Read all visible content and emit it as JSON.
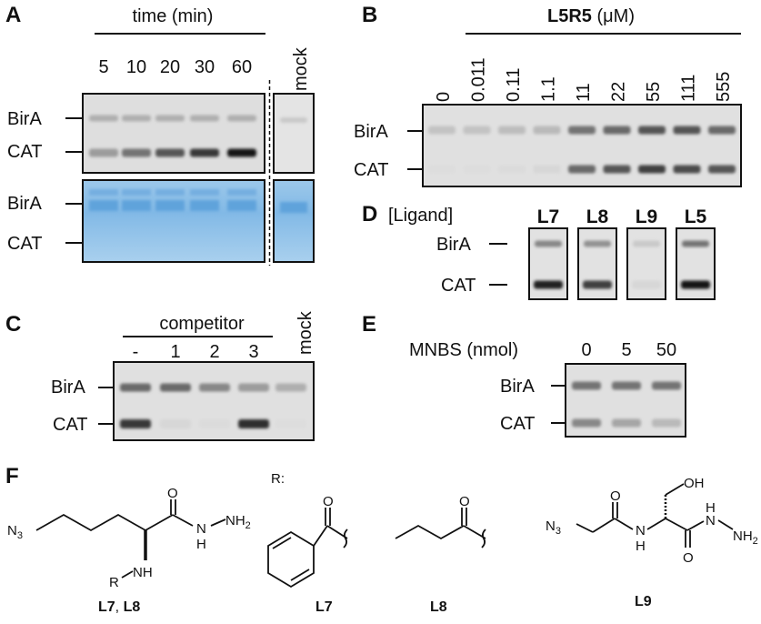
{
  "panels": {
    "A": {
      "label": "A",
      "header": "time (min)",
      "lanes": [
        "5",
        "10",
        "20",
        "30",
        "60"
      ],
      "mock": "mock",
      "top_labels": [
        "BirA",
        "CAT"
      ],
      "bottom_labels": [
        "BirA",
        "CAT"
      ],
      "cat_intensity": [
        0.35,
        0.55,
        0.7,
        0.85,
        1.0
      ],
      "bira_intensity": [
        0.25,
        0.25,
        0.25,
        0.25,
        0.25
      ]
    },
    "B": {
      "label": "B",
      "header_bold": "L5R5",
      "header_unit": " (μM)",
      "lanes": [
        "0",
        "0.011",
        "0.11",
        "1.1",
        "11",
        "22",
        "55",
        "111",
        "555"
      ],
      "labels": [
        "BirA",
        "CAT"
      ],
      "cat_intensity": [
        0.02,
        0.02,
        0.03,
        0.05,
        0.6,
        0.7,
        0.8,
        0.75,
        0.7
      ],
      "bira_intensity": [
        0.15,
        0.15,
        0.18,
        0.2,
        0.55,
        0.6,
        0.7,
        0.7,
        0.6
      ]
    },
    "C": {
      "label": "C",
      "header": "competitor",
      "lanes": [
        "-",
        "1",
        "2",
        "3"
      ],
      "mock": "mock",
      "labels": [
        "BirA",
        "CAT"
      ],
      "cat_intensity": [
        0.85,
        0.05,
        0.03,
        0.9,
        0.02
      ],
      "bira_intensity": [
        0.6,
        0.6,
        0.45,
        0.35,
        0.25
      ]
    },
    "D": {
      "label": "D",
      "header": "[Ligand]",
      "lanes": [
        "L7",
        "L8",
        "L9",
        "L5"
      ],
      "labels": [
        "BirA",
        "CAT"
      ],
      "cat_intensity": [
        0.95,
        0.8,
        0.05,
        1.0
      ],
      "bira_intensity": [
        0.45,
        0.4,
        0.12,
        0.55
      ]
    },
    "E": {
      "label": "E",
      "header": "MNBS (nmol)",
      "lanes": [
        "0",
        "5",
        "50"
      ],
      "labels": [
        "BirA",
        "CAT"
      ],
      "cat_intensity": [
        0.45,
        0.3,
        0.2
      ],
      "bira_intensity": [
        0.55,
        0.55,
        0.55
      ]
    },
    "F": {
      "label": "F",
      "r_label": "R:",
      "n3": "N",
      "n3_sub": "3",
      "nh": "NH",
      "r": "R",
      "o": "O",
      "h": "H",
      "n": "N",
      "nh2": "NH",
      "nh2_sub": "2",
      "oh": "OH",
      "caption_l7l8_a": "L7",
      "caption_l7l8_sep": ", ",
      "caption_l7l8_b": "L8",
      "caption_l7": "L7",
      "caption_l8": "L8",
      "caption_l9": "L9"
    }
  }
}
